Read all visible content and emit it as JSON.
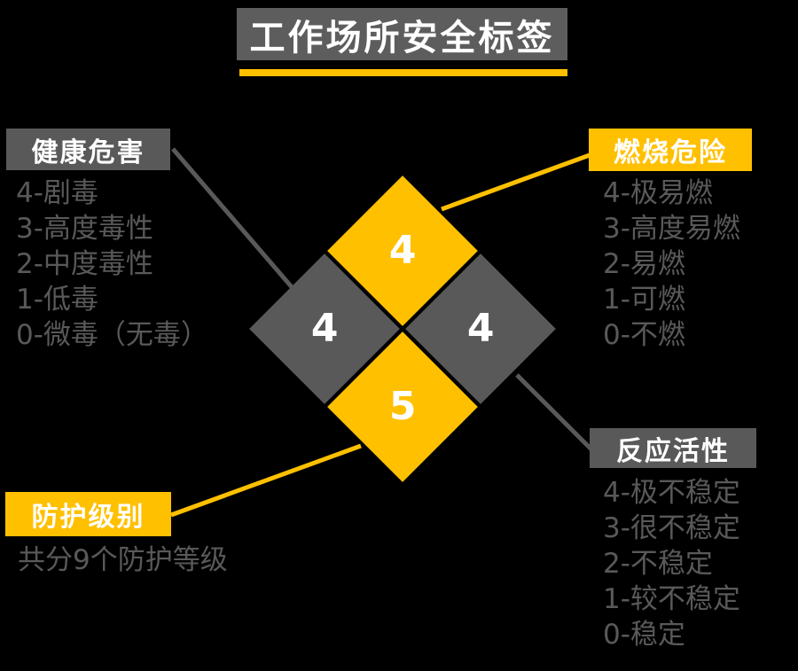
{
  "title": "工作场所安全标签",
  "colors": {
    "background": "#000000",
    "accent_yellow": "#FFC000",
    "dark_gray": "#595959",
    "title_box_gray": "#5D5D5D",
    "list_text_gray": "#595959",
    "number_white": "#FFFFFF"
  },
  "diamond": {
    "top": {
      "value": "4",
      "color": "#FFC000"
    },
    "left": {
      "value": "4",
      "color": "#595959"
    },
    "right": {
      "value": "4",
      "color": "#595959"
    },
    "bottom": {
      "value": "5",
      "color": "#FFC000"
    }
  },
  "sections": {
    "health": {
      "label": "健康危害",
      "items": [
        "4-剧毒",
        "3-高度毒性",
        "2-中度毒性",
        "1-低毒",
        "0-微毒（无毒）"
      ]
    },
    "fire": {
      "label": "燃烧危险",
      "items": [
        "4-极易燃",
        "3-高度易燃",
        "2-易燃",
        "1-可燃",
        "0-不燃"
      ]
    },
    "reactivity": {
      "label": "反应活性",
      "items": [
        "4-极不稳定",
        "3-很不稳定",
        "2-不稳定",
        "1-较不稳定",
        "0-稳定"
      ]
    },
    "protection": {
      "label": "防护级别",
      "note": "共分9个防护等级"
    }
  }
}
